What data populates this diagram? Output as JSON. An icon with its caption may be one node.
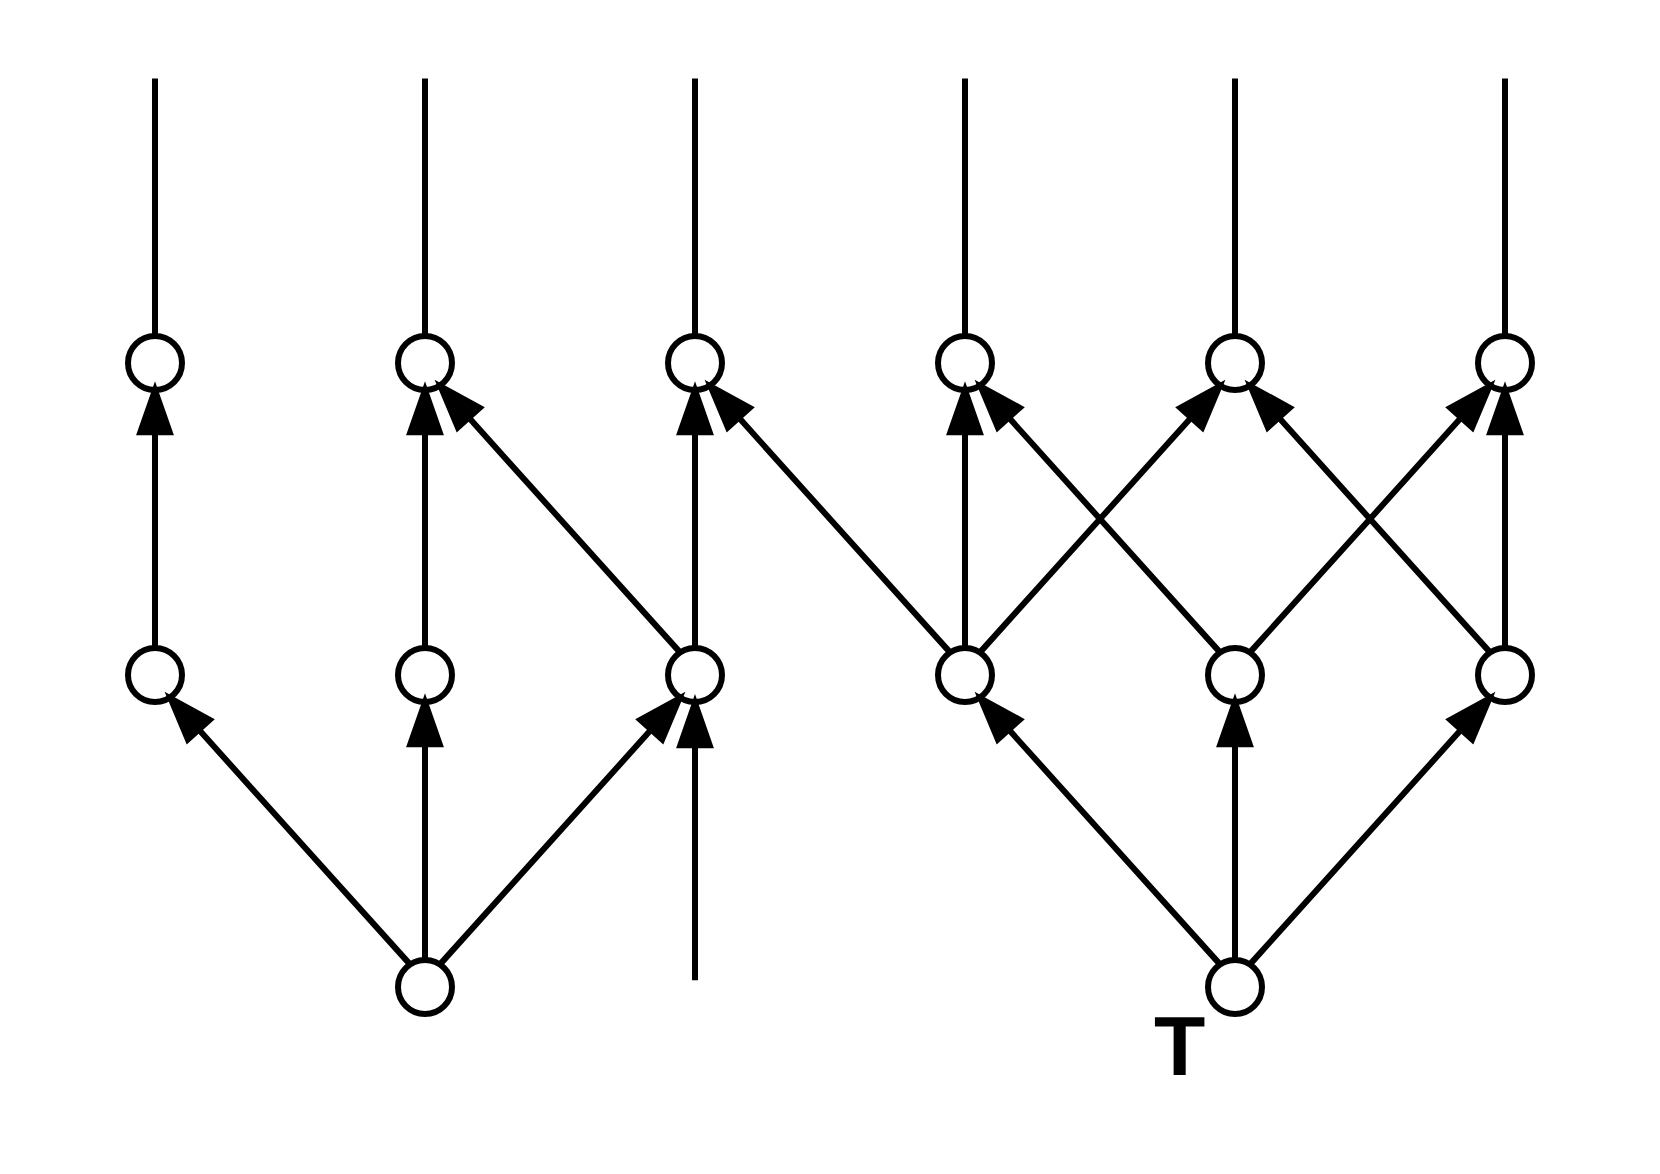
{
  "diagram": {
    "nodes": [
      {
        "text": [],
        "shape": "circle"
      },
      {
        "text": [],
        "shape": "circle"
      },
      {
        "text": [],
        "shape": "circle"
      },
      {
        "text": [],
        "shape": "circle"
      },
      {
        "text": [],
        "shape": "circle"
      },
      {
        "text": [],
        "shape": "circle"
      },
      {
        "text": [],
        "shape": "circle"
      },
      {
        "text": [],
        "shape": "circle"
      },
      {
        "text": [],
        "shape": "circle"
      },
      {
        "text": [],
        "shape": "circle"
      },
      {
        "text": [],
        "shape": "circle"
      },
      {
        "text": [],
        "shape": "circle"
      },
      {
        "text": [],
        "shape": "circle"
      },
      {
        "text": [],
        "shape": "circle",
        "beside": [
          "T"
        ]
      }
    ],
    "edges": [
      {
        "from": null,
        "to": 0,
        "arrow": "none"
      },
      {
        "from": null,
        "to": 1,
        "arrow": "none"
      },
      {
        "from": null,
        "to": 2,
        "arrow": "none"
      },
      {
        "from": null,
        "to": 7,
        "arrow": "none"
      },
      {
        "from": null,
        "to": 8,
        "arrow": "none"
      },
      {
        "from": null,
        "to": 9,
        "arrow": "none"
      },
      {
        "from": 3,
        "to": 0,
        "arrow": "to"
      },
      {
        "from": 4,
        "to": 1,
        "arrow": "to"
      },
      {
        "from": 5,
        "to": 1,
        "arrow": "to"
      },
      {
        "from": 5,
        "to": 2,
        "arrow": "to"
      },
      {
        "from": 10,
        "to": 2,
        "arrow": "to"
      },
      {
        "from": 6,
        "to": 3,
        "arrow": "to"
      },
      {
        "from": 6,
        "to": 4,
        "arrow": "to"
      },
      {
        "from": 6,
        "to": 5,
        "arrow": "to"
      },
      {
        "from": null,
        "to": 5,
        "arrow": "to"
      },
      {
        "from": 10,
        "to": 7,
        "arrow": "to"
      },
      {
        "from": 10,
        "to": 9,
        "arrow": "to"
      },
      {
        "from": 11,
        "to": 7,
        "arrow": "to"
      },
      {
        "from": 11,
        "to": 8,
        "arrow": "to"
      },
      {
        "from": 12,
        "to": 8,
        "arrow": "to"
      },
      {
        "from": 12,
        "to": 9,
        "arrow": "to"
      },
      {
        "from": 13,
        "to": 10,
        "arrow": "to"
      },
      {
        "from": 13,
        "to": 11,
        "arrow": "to"
      },
      {
        "from": 13,
        "to": 12,
        "arrow": "to"
      }
    ]
  }
}
